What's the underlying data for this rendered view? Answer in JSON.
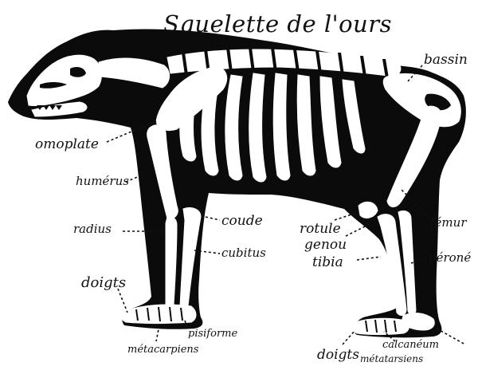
{
  "title": "Squelette de l'ours",
  "labels": {
    "bassin": "bassin",
    "omoplate": "omoplate",
    "humerus": "humérus",
    "radius": "radius",
    "coude": "coude",
    "cubitus": "cubitus",
    "doigts_front": "doigts",
    "pisiforme": "pisiforme",
    "metacarpiens": "métacarpiens",
    "femur": "fémur",
    "rotule": "rotule",
    "genou": "genou",
    "tibia": "tibia",
    "perone": "péroné",
    "calcaneum": "calcanéum",
    "doigts_hind": "doigts",
    "metatarsiens": "métatarsiens"
  },
  "colors": {
    "silhouette": "#0b0b0b",
    "bone": "#ffffff",
    "background": "#ffffff"
  }
}
